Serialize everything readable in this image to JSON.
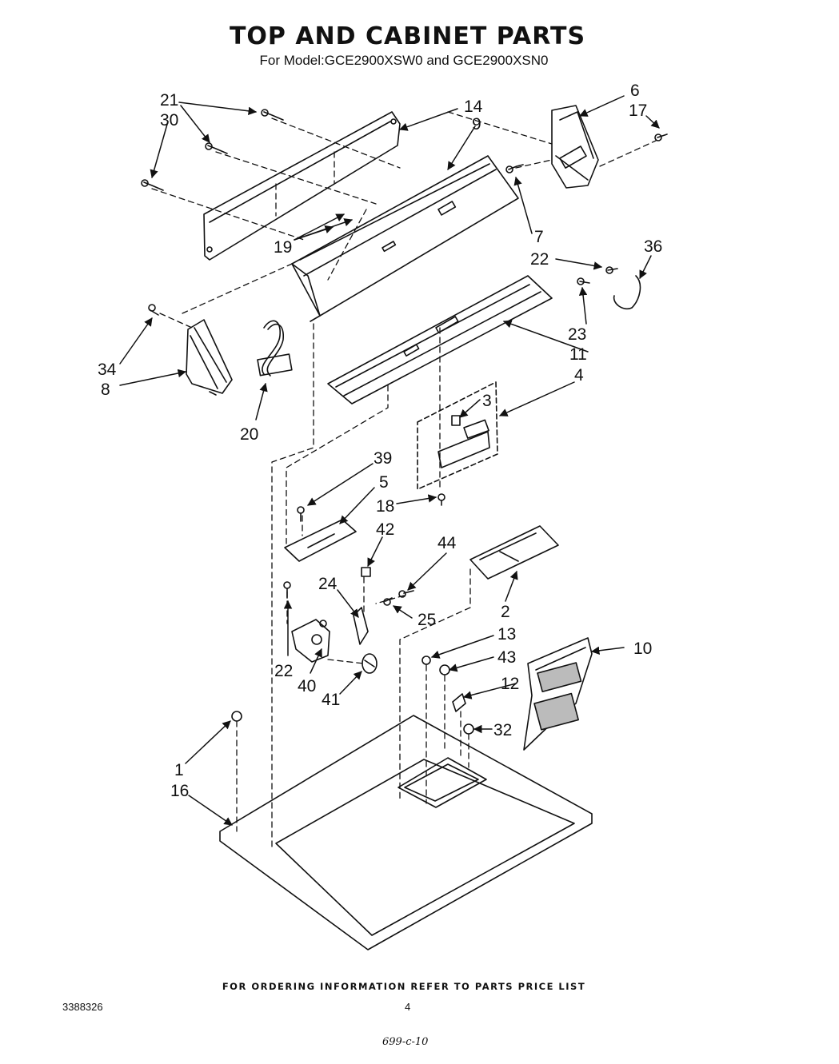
{
  "title": "TOP AND CABINET PARTS",
  "subtitle": "For Model:GCE2900XSW0 and GCE2900XSN0",
  "footer": "FOR ORDERING INFORMATION REFER TO PARTS PRICE LIST",
  "doc_number": "3388326",
  "page_number": "4",
  "handwritten_code": "699-c-10",
  "callouts": [
    "21",
    "30",
    "14",
    "9",
    "6",
    "17",
    "19",
    "7",
    "22",
    "36",
    "34",
    "8",
    "23",
    "11",
    "20",
    "4",
    "3",
    "39",
    "5",
    "18",
    "42",
    "44",
    "24",
    "25",
    "2",
    "13",
    "10",
    "43",
    "22",
    "40",
    "41",
    "12",
    "32",
    "1",
    "16"
  ]
}
